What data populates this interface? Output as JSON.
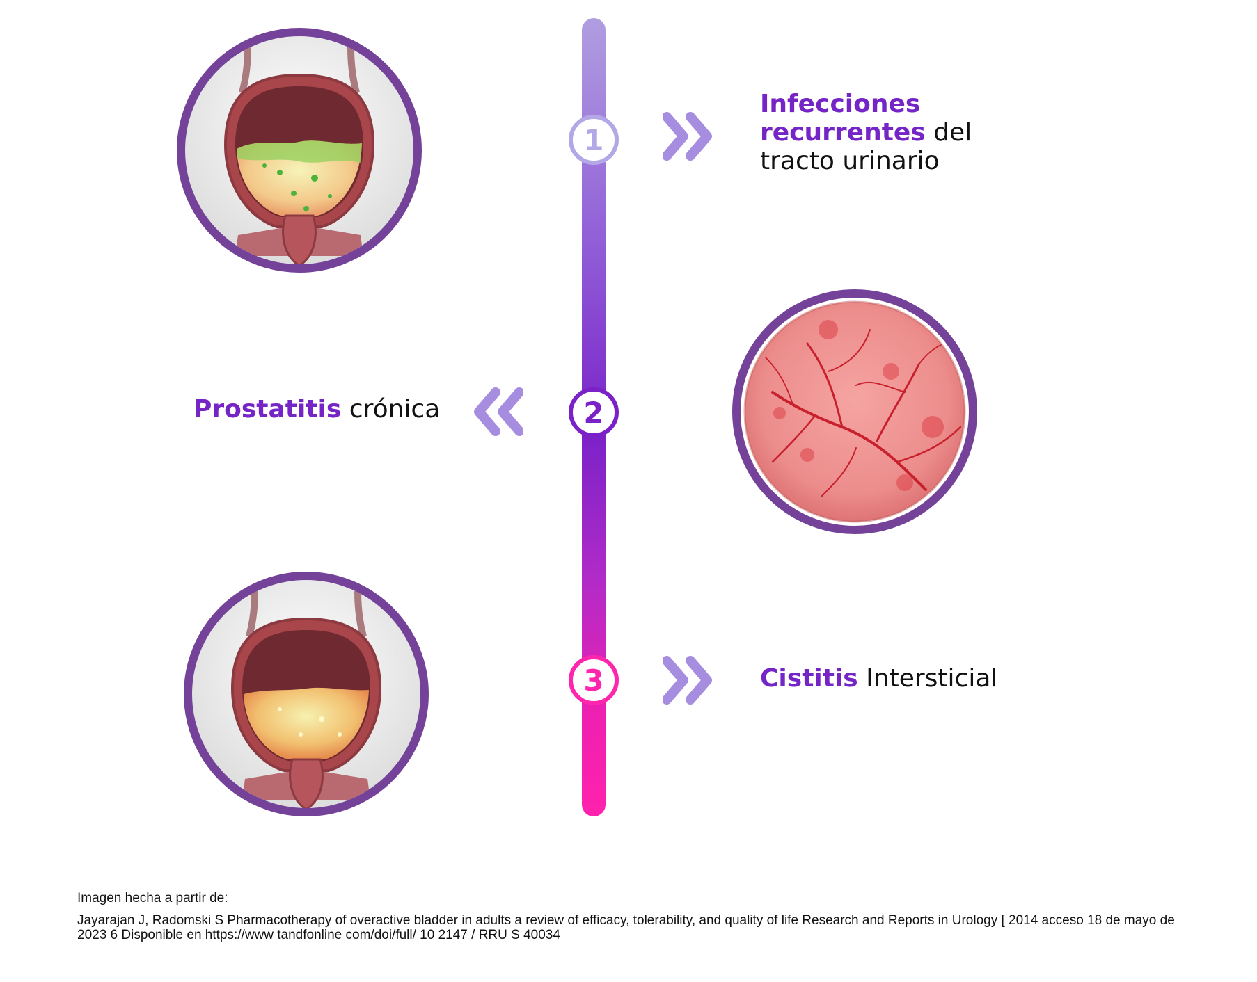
{
  "steps": [
    {
      "number": "1",
      "highlight": "Infecciones recurrentes",
      "rest": " del tracto urinario",
      "color": "#b4a7e6"
    },
    {
      "number": "2",
      "highlight": "Prostatitis",
      "rest": " crónica",
      "color": "#7a22c8"
    },
    {
      "number": "3",
      "highlight": "Cistitis",
      "rest": " Intersticial",
      "color": "#ff26ae"
    }
  ],
  "colors": {
    "accent": "#7524c6",
    "chevron": "#a78de0",
    "ring": "#75429a",
    "bar_top": "#b09ee0",
    "bar_bottom": "#ff22ae"
  },
  "illustrations": [
    {
      "name": "bladder-infection-illustration"
    },
    {
      "name": "bladder-wall-vessels-illustration"
    },
    {
      "name": "bladder-inflamed-illustration"
    }
  ],
  "footnote": {
    "intro": "Imagen hecha a partir de:",
    "reference": "Jayarajan J, Radomski S Pharmacotherapy of overactive bladder in adults a review of efficacy, tolerability, and quality of life Research and Reports in Urology [ 2014 acceso 18 de mayo de 2023 6 Disponible en https://www tandfonline com/doi/full/ 10 2147 / RRU S 40034"
  }
}
